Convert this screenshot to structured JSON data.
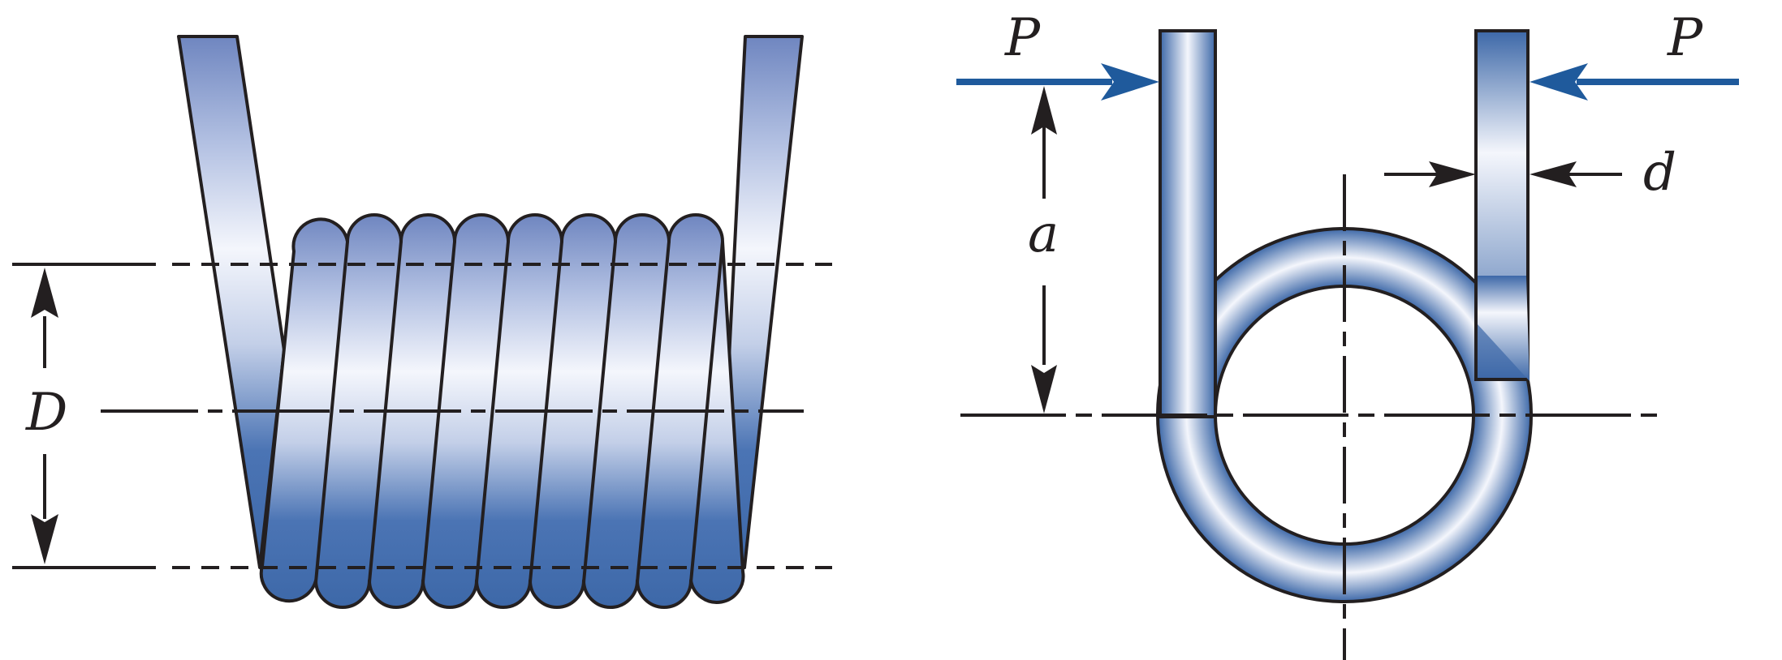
{
  "labels": {
    "diameter": "D",
    "arm_distance": "a",
    "wire_diameter": "d",
    "load_left": "P",
    "load_right": "P"
  },
  "colors": {
    "spring_dark": "#3d68a8",
    "spring_light": "#f4f6fc",
    "force_arrow": "#1f5a9c",
    "line": "#231f20"
  }
}
